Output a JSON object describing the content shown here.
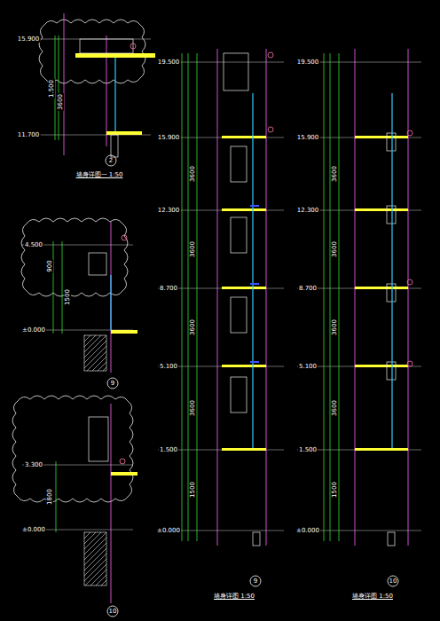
{
  "diagram": {
    "labels": [
      "15.900",
      "11.700",
      "1.500",
      "3600",
      "2",
      "墙身详图一 1:50",
      "4.500",
      "±0.000",
      "900",
      "1500",
      "9",
      "3.300",
      "±0.000",
      "1800",
      "10",
      "19.500",
      "15.900",
      "12.300",
      "8.700",
      "5.100",
      "1.500",
      "±0.000",
      "3600",
      "3600",
      "3600",
      "3600",
      "1500",
      "9",
      "墙身详图 1:50",
      "19.500",
      "15.900",
      "12.300",
      "8.700",
      "5.100",
      "1.500",
      "±0.000",
      "3600",
      "3600",
      "3600",
      "3600",
      "1500",
      "10",
      "墙身详图 1:50"
    ]
  }
}
